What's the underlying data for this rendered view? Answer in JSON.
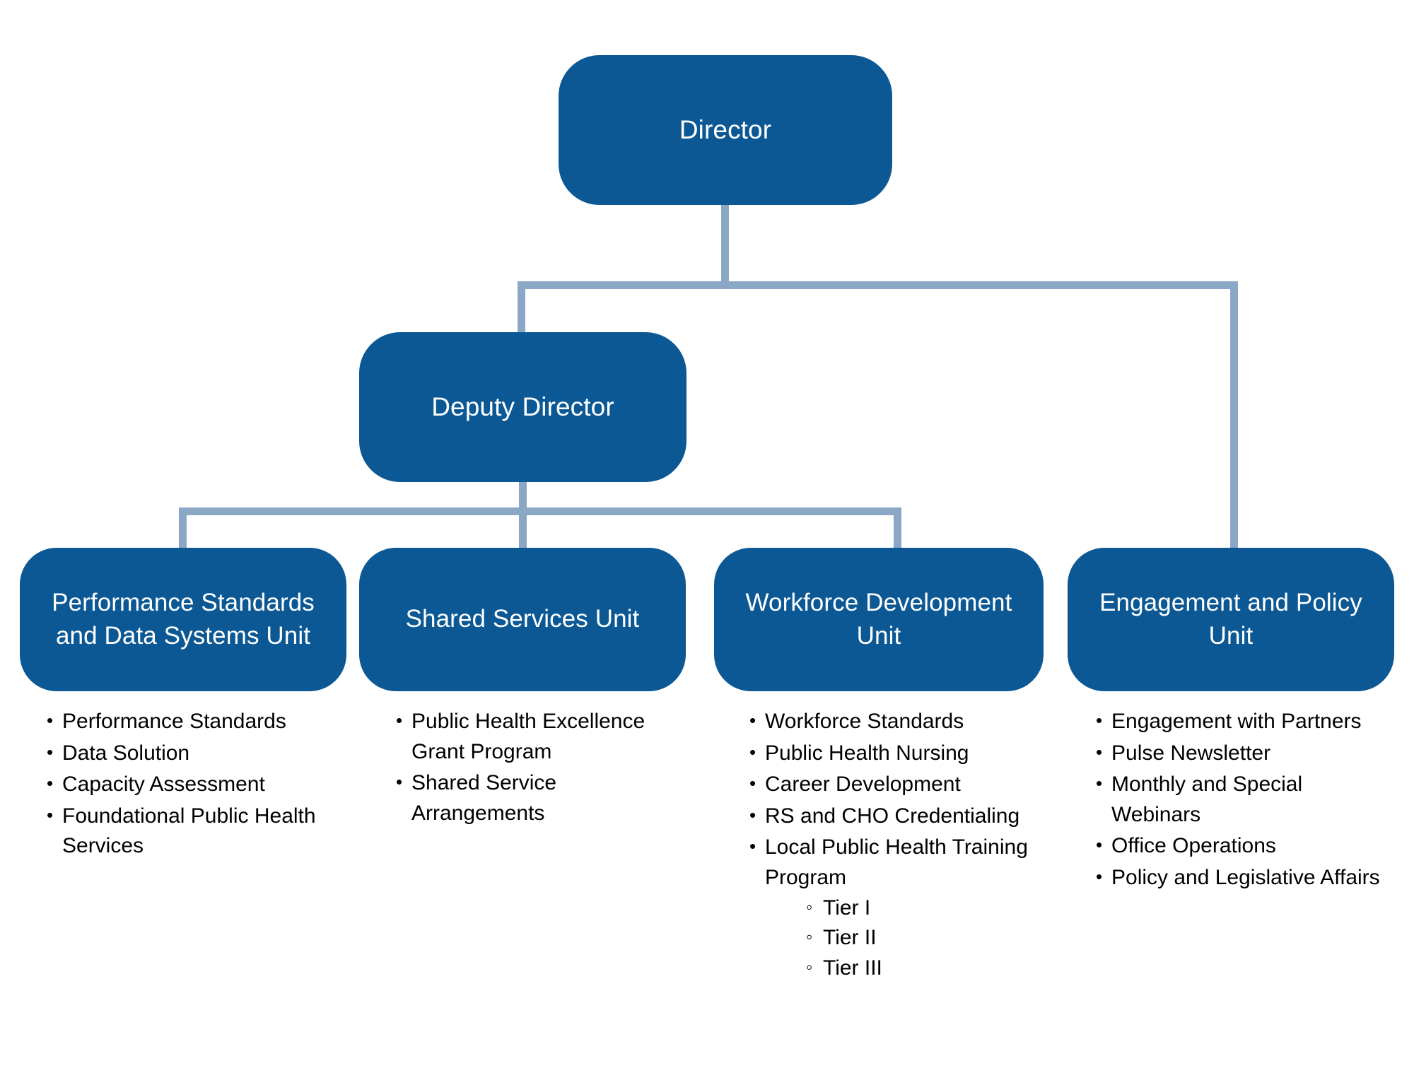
{
  "theme": {
    "node_fill": "#0b5894",
    "node_text": "#ffffff",
    "connector": "#8ba7c6",
    "background": "#ffffff",
    "bullet_text": "#000000"
  },
  "chart": {
    "type": "org-chart",
    "root": {
      "label": "Director"
    },
    "deputy": {
      "label": "Deputy Director"
    },
    "units": [
      {
        "label": "Performance Standards and Data Systems Unit",
        "items": [
          {
            "text": "Performance Standards"
          },
          {
            "text": "Data Solution"
          },
          {
            "text": "Capacity Assessment"
          },
          {
            "text": "Foundational Public Health Services"
          }
        ]
      },
      {
        "label": "Shared Services Unit",
        "items": [
          {
            "text": "Public Health Excellence Grant Program"
          },
          {
            "text": "Shared Service Arrangements"
          }
        ]
      },
      {
        "label": "Workforce Development Unit",
        "items": [
          {
            "text": "Workforce Standards"
          },
          {
            "text": "Public Health Nursing"
          },
          {
            "text": "Career Development"
          },
          {
            "text": "RS and CHO Credentialing"
          },
          {
            "text": "Local Public Health Training Program",
            "children": [
              {
                "text": "Tier I"
              },
              {
                "text": "Tier II"
              },
              {
                "text": "Tier III"
              }
            ]
          }
        ]
      },
      {
        "label": "Engagement and Policy Unit",
        "items": [
          {
            "text": "Engagement with Partners"
          },
          {
            "text": "Pulse Newsletter"
          },
          {
            "text": "Monthly and Special Webinars"
          },
          {
            "text": "Office Operations"
          },
          {
            "text": "Policy and Legislative Affairs"
          }
        ]
      }
    ]
  }
}
